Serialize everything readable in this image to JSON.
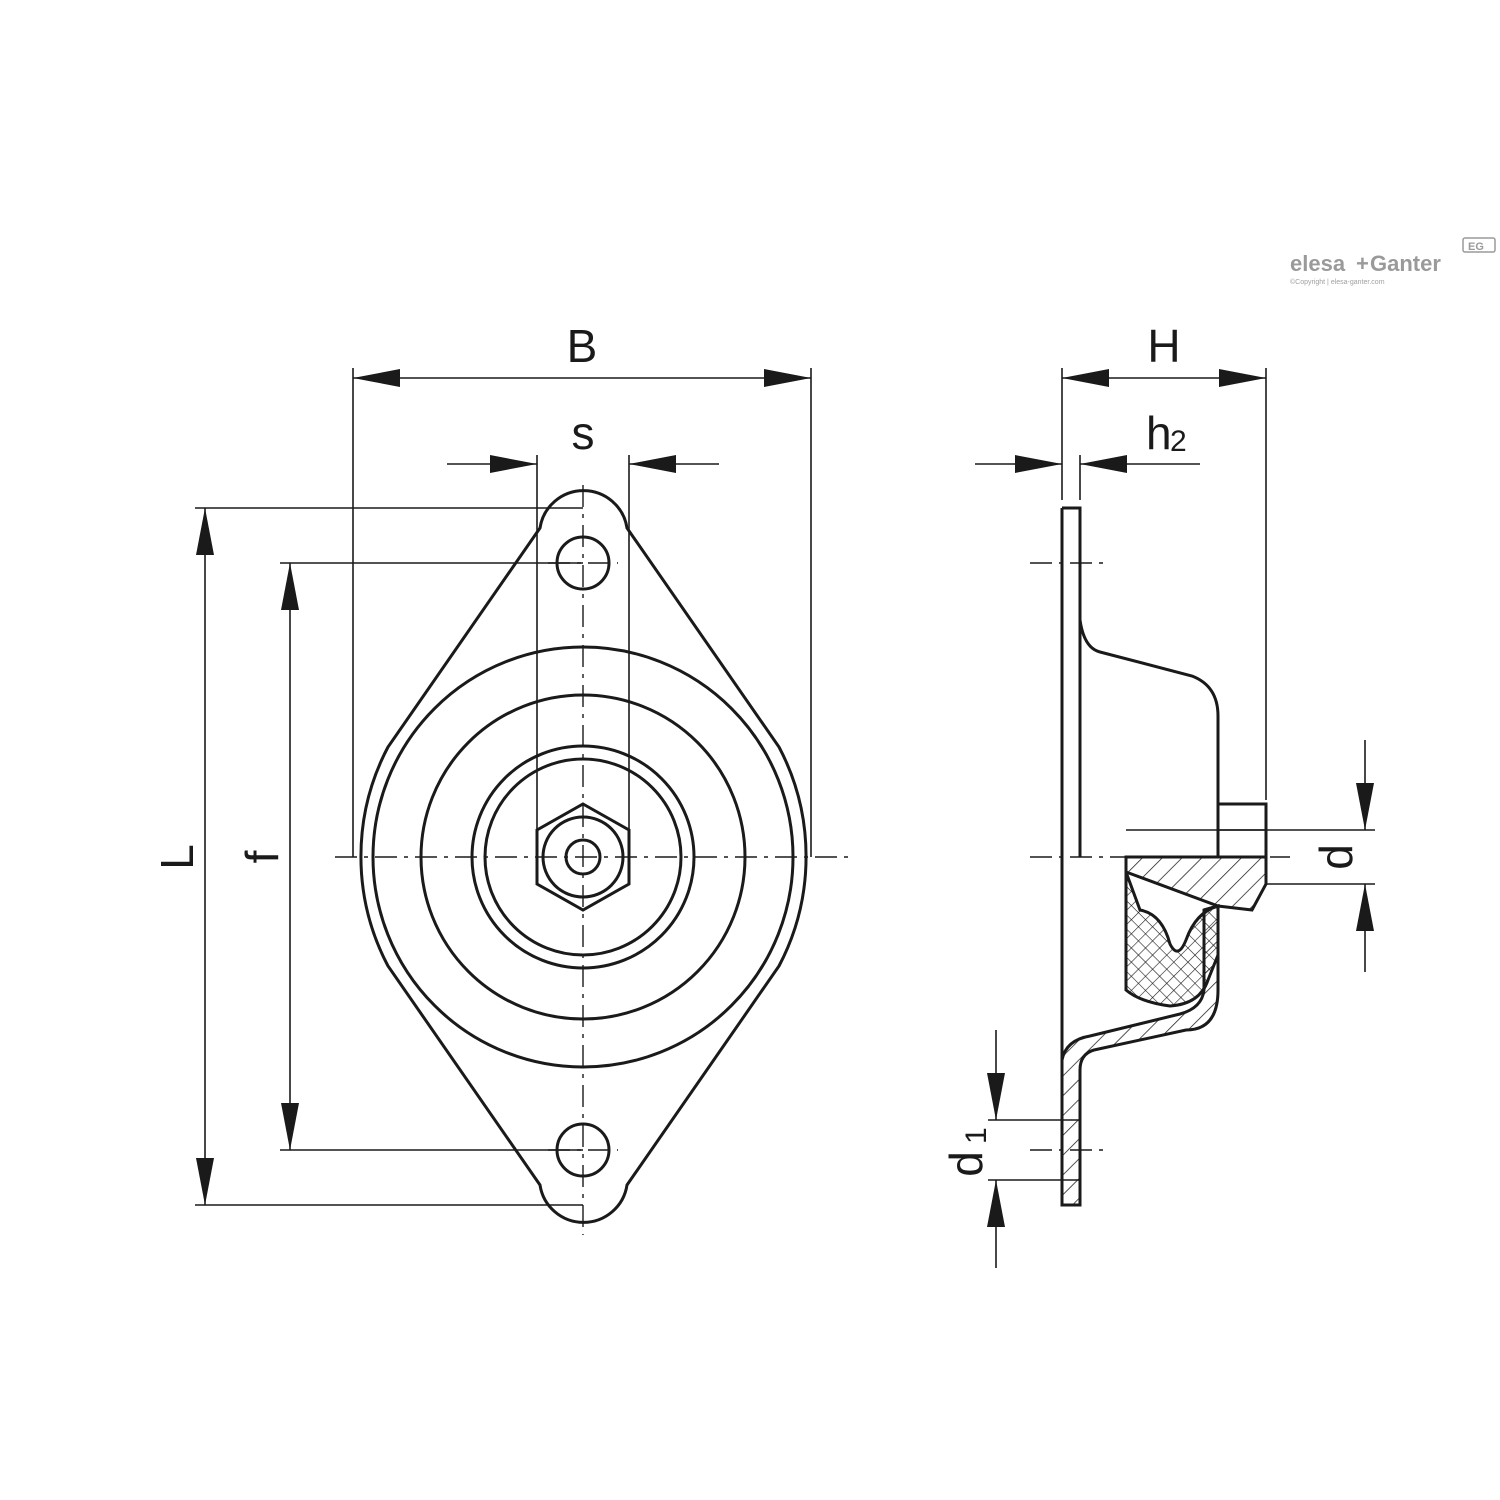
{
  "brand": {
    "name_part1": "elesa",
    "name_sep": "+",
    "name_part2": "Ganter",
    "badge": "EG",
    "copyright": "©Copyright | elesa-ganter.com"
  },
  "dimensions": {
    "B": "B",
    "s": "s",
    "L": "L",
    "f": "f",
    "H": "H",
    "h2_main": "h",
    "h2_sub": "2",
    "d": "d",
    "d1_main": "d",
    "d1_sub": "1"
  },
  "colors": {
    "line": "#1a1a1a",
    "logo": "#9a9a9a"
  }
}
